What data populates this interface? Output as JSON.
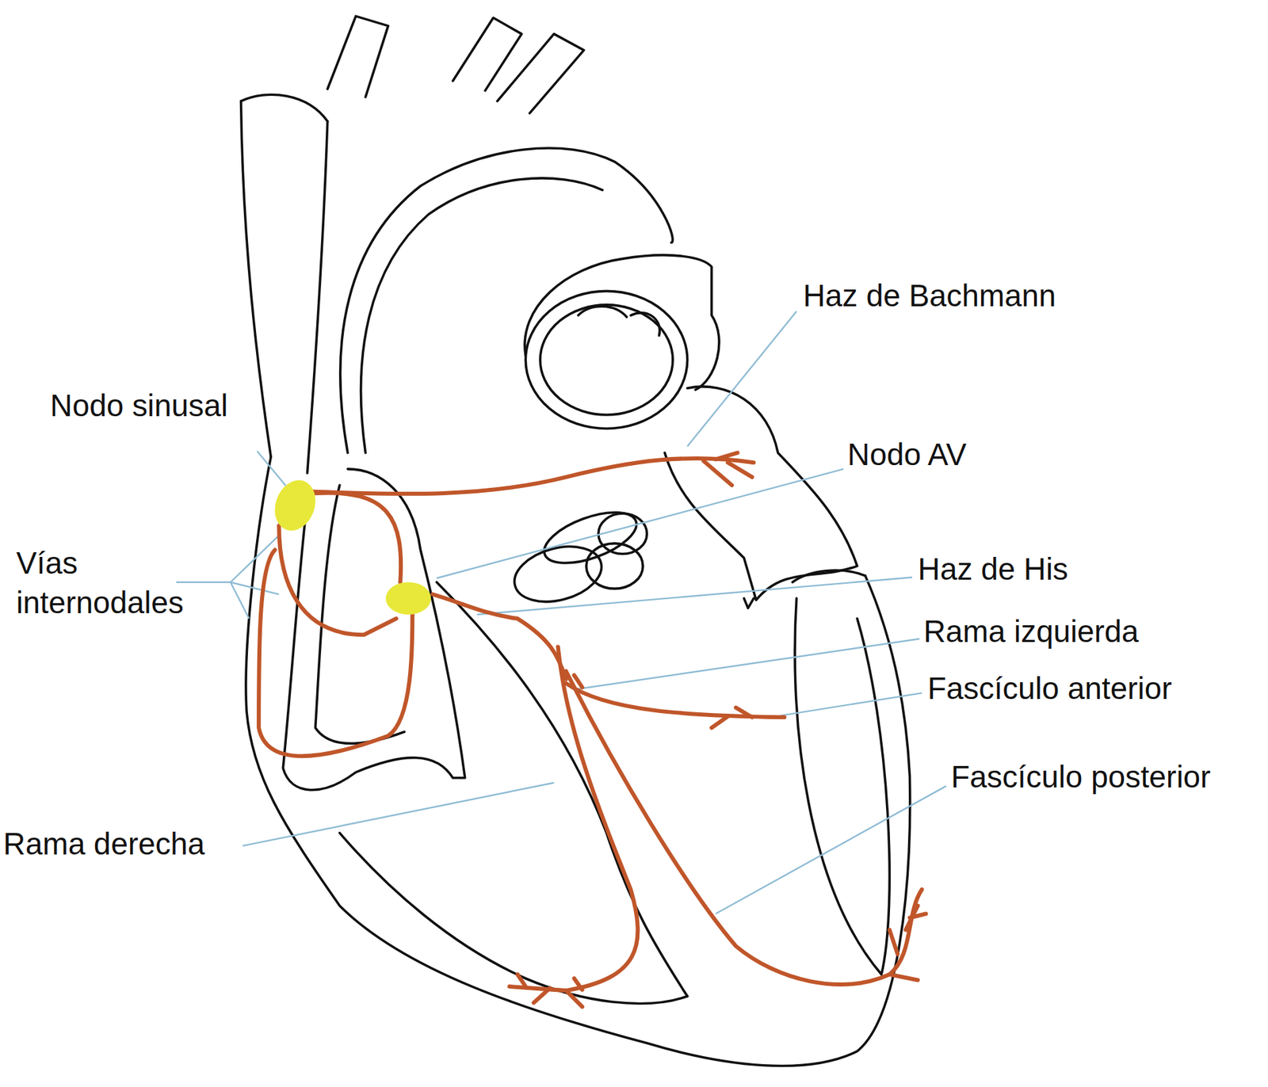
{
  "diagram": {
    "labels": [
      "Haz de Bachmann",
      "Nodo sinusal",
      "Nodo AV",
      "Vías internodales",
      "Haz de His",
      "Rama izquierda",
      "Fascículo anterior",
      "Fascículo posterior",
      "Rama derecha"
    ]
  }
}
